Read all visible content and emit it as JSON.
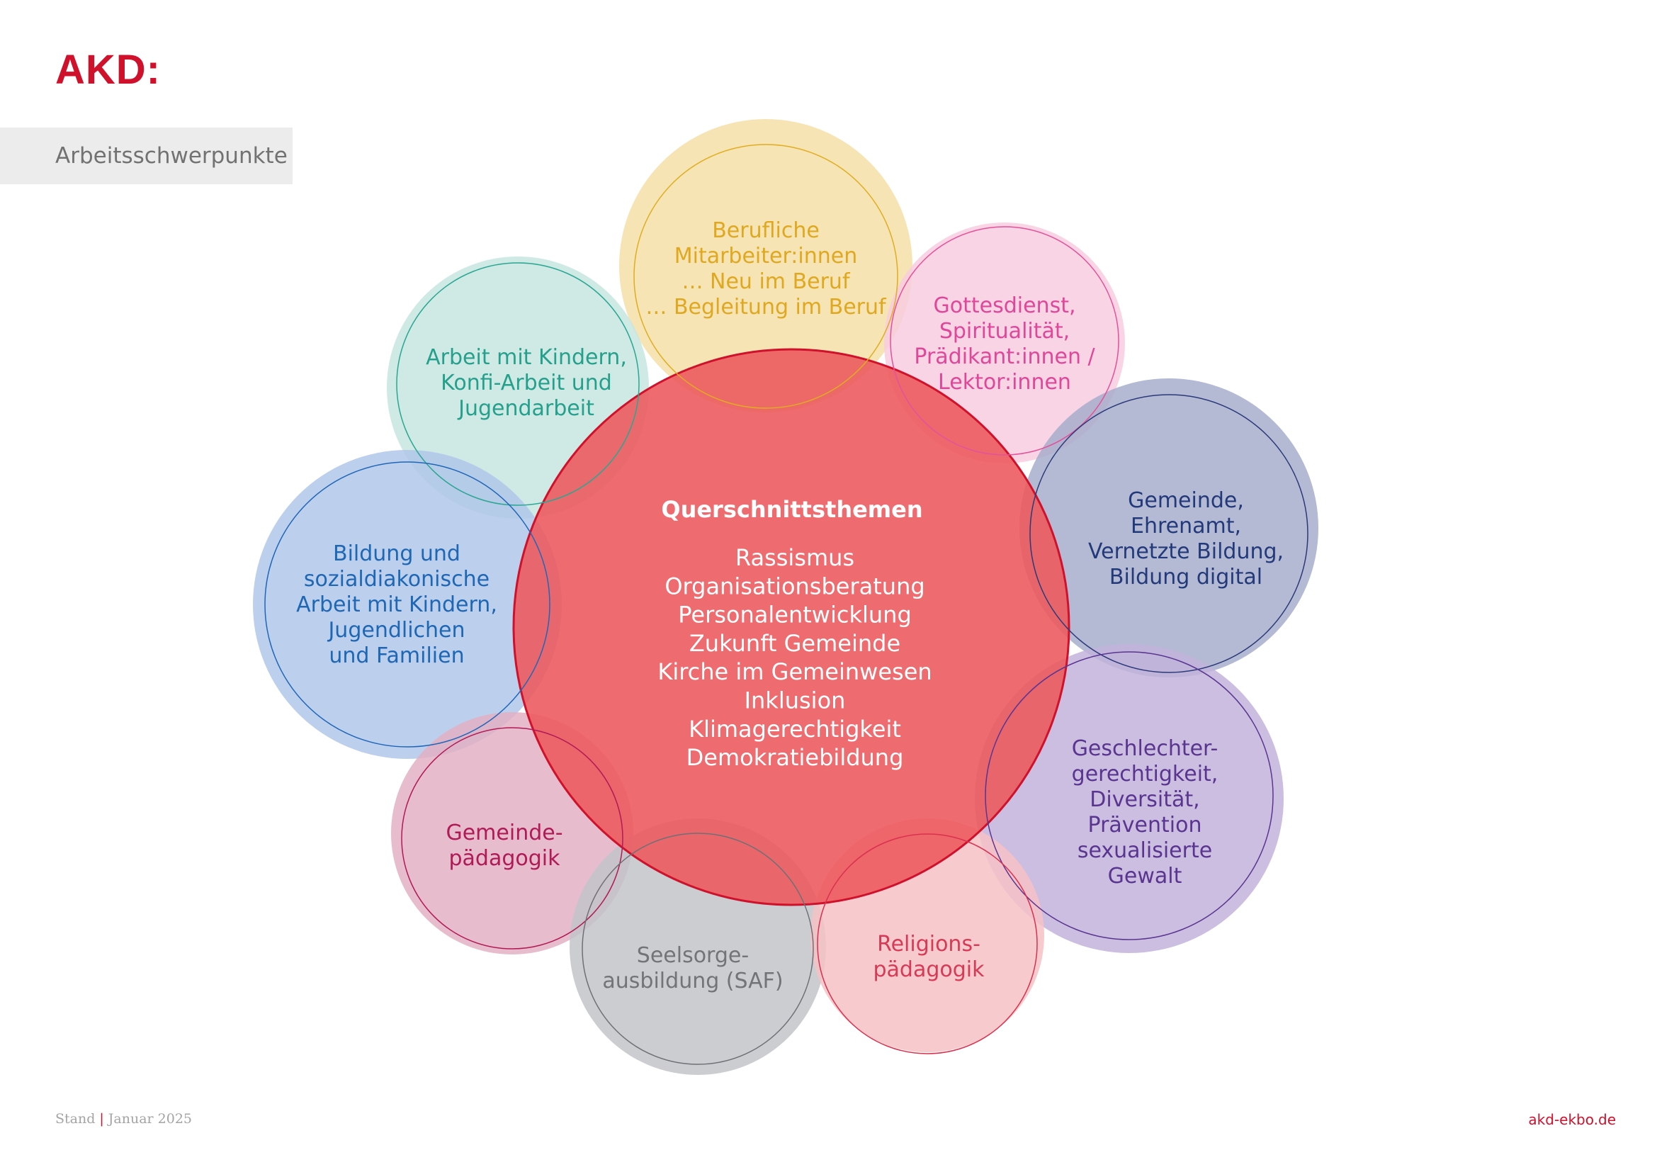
{
  "brand": {
    "logo": "AKD:"
  },
  "section": {
    "title": "Arbeitsschwerpunkte"
  },
  "diagram": {
    "center": {
      "heading": "Querschnittsthemen",
      "items": [
        "Rassismus",
        "Organisationsberatung",
        "Personalentwicklung",
        "Zukunft Gemeinde",
        "Kirche im Gemeinwesen",
        "Inklusion",
        "Klimagerechtigkeit",
        "Demokratiebildung"
      ],
      "fill": "#ec5b5f",
      "stroke": "#d0112b"
    },
    "topics": [
      {
        "id": "berufliche-mitarbeiter",
        "lines": [
          "Berufliche",
          "Mitarbeiter:innen",
          "… Neu im Beruf",
          "… Begleitung im Beruf"
        ],
        "fill": "#f4dfa8",
        "stroke": "#e0ad1f",
        "text": "#e0a81e"
      },
      {
        "id": "arbeit-mit-kindern",
        "lines": [
          "Arbeit mit Kindern,",
          "Konfi-Arbeit und",
          "Jugendarbeit"
        ],
        "fill": "#c7e5e0",
        "stroke": "#2aa792",
        "text": "#25a08c"
      },
      {
        "id": "gottesdienst",
        "lines": [
          "Gottesdienst,",
          "Spiritualität,",
          "Prädikant:innen /",
          "Lektor:innen"
        ],
        "fill": "#f8cde1",
        "stroke": "#e4519a",
        "text": "#e0479a"
      },
      {
        "id": "gemeinde-ehrenamt",
        "lines": [
          "Gemeinde,",
          "Ehrenamt,",
          "Vernetzte Bildung,",
          "Bildung digital"
        ],
        "fill": "#a7adcc",
        "stroke": "#2a3a78",
        "text": "#233a7a"
      },
      {
        "id": "bildung-sozialdiakonisch",
        "lines": [
          "Bildung und",
          "sozialdiakonische",
          "Arbeit mit Kindern,",
          "Jugendlichen",
          "und Familien"
        ],
        "fill": "#b0c7ea",
        "stroke": "#1f66b8",
        "text": "#1e67b5"
      },
      {
        "id": "geschlechtergerechtigkeit",
        "lines": [
          "Geschlechter-",
          "gerechtigkeit,",
          "Diversität,",
          "Prävention",
          "sexualisierte",
          "Gewalt"
        ],
        "fill": "#c3b3db",
        "stroke": "#5a3590",
        "text": "#5a3590"
      },
      {
        "id": "gemeindepaedagogik",
        "lines": [
          "Gemeinde-",
          "pädagogik"
        ],
        "fill": "#e3b0c3",
        "stroke": "#b21a55",
        "text": "#b01a57"
      },
      {
        "id": "seelsorgeausbildung",
        "lines": [
          "Seelsorge-",
          "ausbildung (SAF)"
        ],
        "fill": "#c2c4c9",
        "stroke": "#6e7076",
        "text": "#737478"
      },
      {
        "id": "religionspaedagogik",
        "lines": [
          "Religions-",
          "pädagogik"
        ],
        "fill": "#f6c2c5",
        "stroke": "#d9314e",
        "text": "#d83a55"
      }
    ]
  },
  "footer": {
    "stand_label": "Stand",
    "stand_date": "Januar 2025",
    "website": "akd-ekbo.de"
  }
}
